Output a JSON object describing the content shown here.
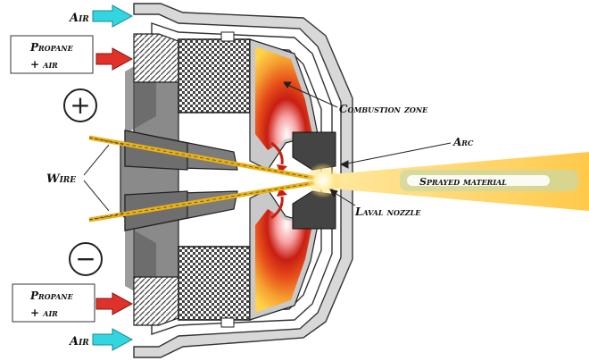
{
  "labels": {
    "air_top": "Air",
    "air_bottom": "Air",
    "propane_top_l1": "Propane",
    "propane_top_l2": "+ air",
    "propane_bottom_l1": "Propane",
    "propane_bottom_l2": "+ air",
    "wire": "Wire",
    "combustion": "Combustion zone",
    "arc": "Arc",
    "sprayed": "Sprayed material",
    "laval": "Laval nozzle",
    "plus": "+",
    "minus": "−"
  },
  "colors": {
    "air_arrow": "#33d6e0",
    "propane_arrow": "#e0322a",
    "body_grey": "#8a8a8a",
    "flame_red": "#c81e12",
    "flame_orange": "#f08a20",
    "flame_yellow": "#ffd24a",
    "spray": "#ffd36a",
    "wire_gold": "#e8b21a"
  }
}
